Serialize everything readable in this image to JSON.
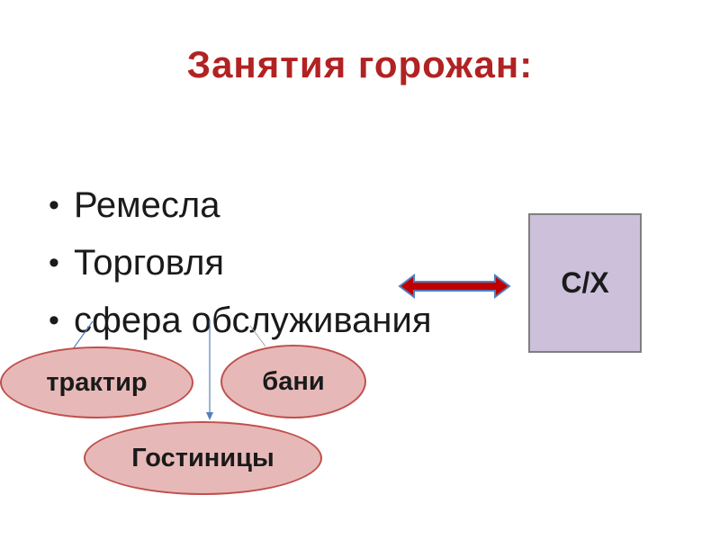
{
  "slide": {
    "title": "Занятия горожан:",
    "bullets": [
      "Ремесла",
      "Торговля",
      "сфера обслуживания"
    ],
    "ovals": {
      "traktir": "трактир",
      "bani": "бани",
      "gostinitsy": "Гостиницы"
    },
    "box_label": "С/Х"
  },
  "colors": {
    "title": "#b22222",
    "oval_fill": "#e6b9b8",
    "oval_border": "#c0504d",
    "box_fill": "#ccc0da",
    "arrow_fill": "#c00000",
    "arrow_outline": "#4f81bd"
  }
}
